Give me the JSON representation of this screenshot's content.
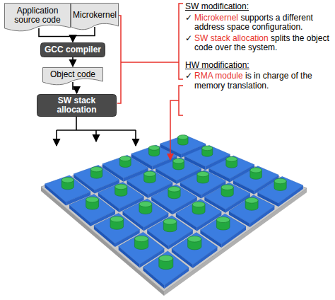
{
  "diagram": {
    "nodes": [
      {
        "text": [
          "Application source code"
        ]
      },
      {
        "text": [
          "Microkernel"
        ]
      },
      {
        "text": [
          "GCC compiler"
        ]
      },
      {
        "text": [
          "Object code"
        ]
      },
      {
        "text": [
          "SW stack allocation"
        ]
      }
    ],
    "edges": [
      {
        "from": 0,
        "to": 2,
        "arrow": "to"
      },
      {
        "from": 1,
        "to": 2,
        "arrow": "to"
      },
      {
        "from": 2,
        "to": 3,
        "arrow": "to"
      },
      {
        "from": 3,
        "to": 4,
        "arrow": "to"
      }
    ],
    "labels": [
      "SW modification:",
      "✓",
      "Microkernel",
      "supports a different address space configuration.",
      "✓",
      "SW stack allocation",
      "splits the object code over the system.",
      "HW modification:",
      "✓",
      "RMA module",
      "is in charge of the memory translation."
    ]
  }
}
